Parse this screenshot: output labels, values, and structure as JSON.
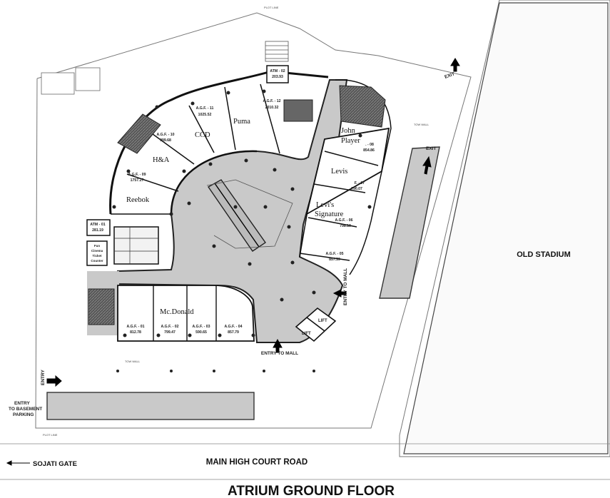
{
  "title": "ATRIUM GROUND FLOOR",
  "roads": {
    "main": "MAIN HIGH COURT ROAD",
    "gate": "SOJATI GATE",
    "stadium": "OLD STADIUM"
  },
  "directions": {
    "exit_top": "EXIT",
    "exit_right": "EXIT",
    "entry_left": "ENTRY",
    "entry_basement": "ENTRY TO BASEMENT PARKING",
    "entry_mall_bottom": "ENTRY TO MALL",
    "entry_mall_right": "ENTRY TO MALL"
  },
  "units": {
    "atm01": {
      "code": "ATM - 01",
      "area": "281.19"
    },
    "atm02": {
      "code": "ATM - 02",
      "area": "203.93"
    },
    "agf01": {
      "code": "A.G.F. - 01",
      "area": "812.78"
    },
    "agf02": {
      "code": "A.G.F. - 02",
      "area": "799.47"
    },
    "agf03": {
      "code": "A.G.F. - 03",
      "area": "590.65"
    },
    "agf04": {
      "code": "A.G.F. - 04",
      "area": "857.79"
    },
    "agf05": {
      "code": "A.G.F. - 05",
      "area": "857.59"
    },
    "agf06": {
      "code": "A.G.F. - 06",
      "area": "798.10"
    },
    "agf07": {
      "code": "F. - 07",
      "area": "790.07"
    },
    "agf08": {
      "code": ". - 08",
      "area": "854.86"
    },
    "agf09": {
      "code": "A.G.F. - 09",
      "area": "1757.27"
    },
    "agf10": {
      "code": "A.G.F. - 10",
      "area": "999.68"
    },
    "agf11": {
      "code": "A.G.F. - 11",
      "area": "1025.52"
    },
    "agf12": {
      "code": "A.G.F. - 12",
      "area": "2010.32"
    }
  },
  "brands": {
    "mcdonald": "Mc.Donald",
    "reebok": "Reebok",
    "ha": "H&A",
    "ccd": "CCD",
    "puma": "Puma",
    "john": "John",
    "player": "Player",
    "levis": "Levis",
    "levis_sig_1": "Levi's",
    "levis_sig_2": "Signature"
  },
  "labels": {
    "lift": "LIFT",
    "fun_cinema_1": "Fun",
    "fun_cinema_2": "Cinema",
    "fun_cinema_3": "Ticket",
    "fun_cinema_4": "Counter",
    "tow_wall": "TOW WALL",
    "plot_line": "PLOT LINE"
  }
}
